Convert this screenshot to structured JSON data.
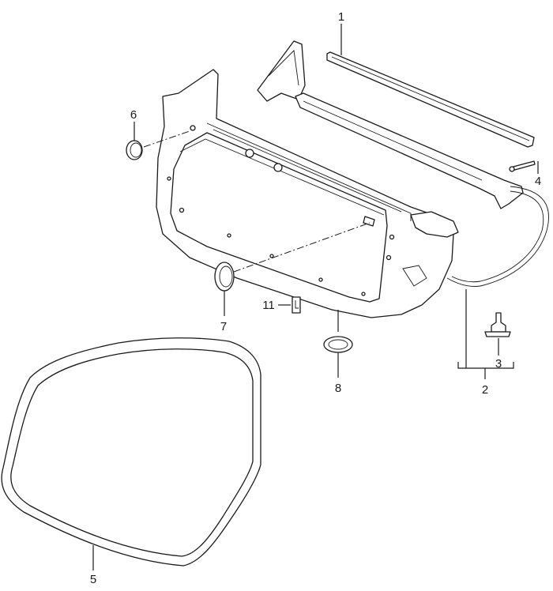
{
  "callouts": {
    "c1": "1",
    "c2": "2",
    "c3": "3",
    "c4": "4",
    "c5": "5",
    "c6": "6",
    "c7": "7",
    "c8": "8",
    "c11": "11"
  },
  "colors": {
    "line": "#1a1a1a",
    "background": "#ffffff"
  }
}
